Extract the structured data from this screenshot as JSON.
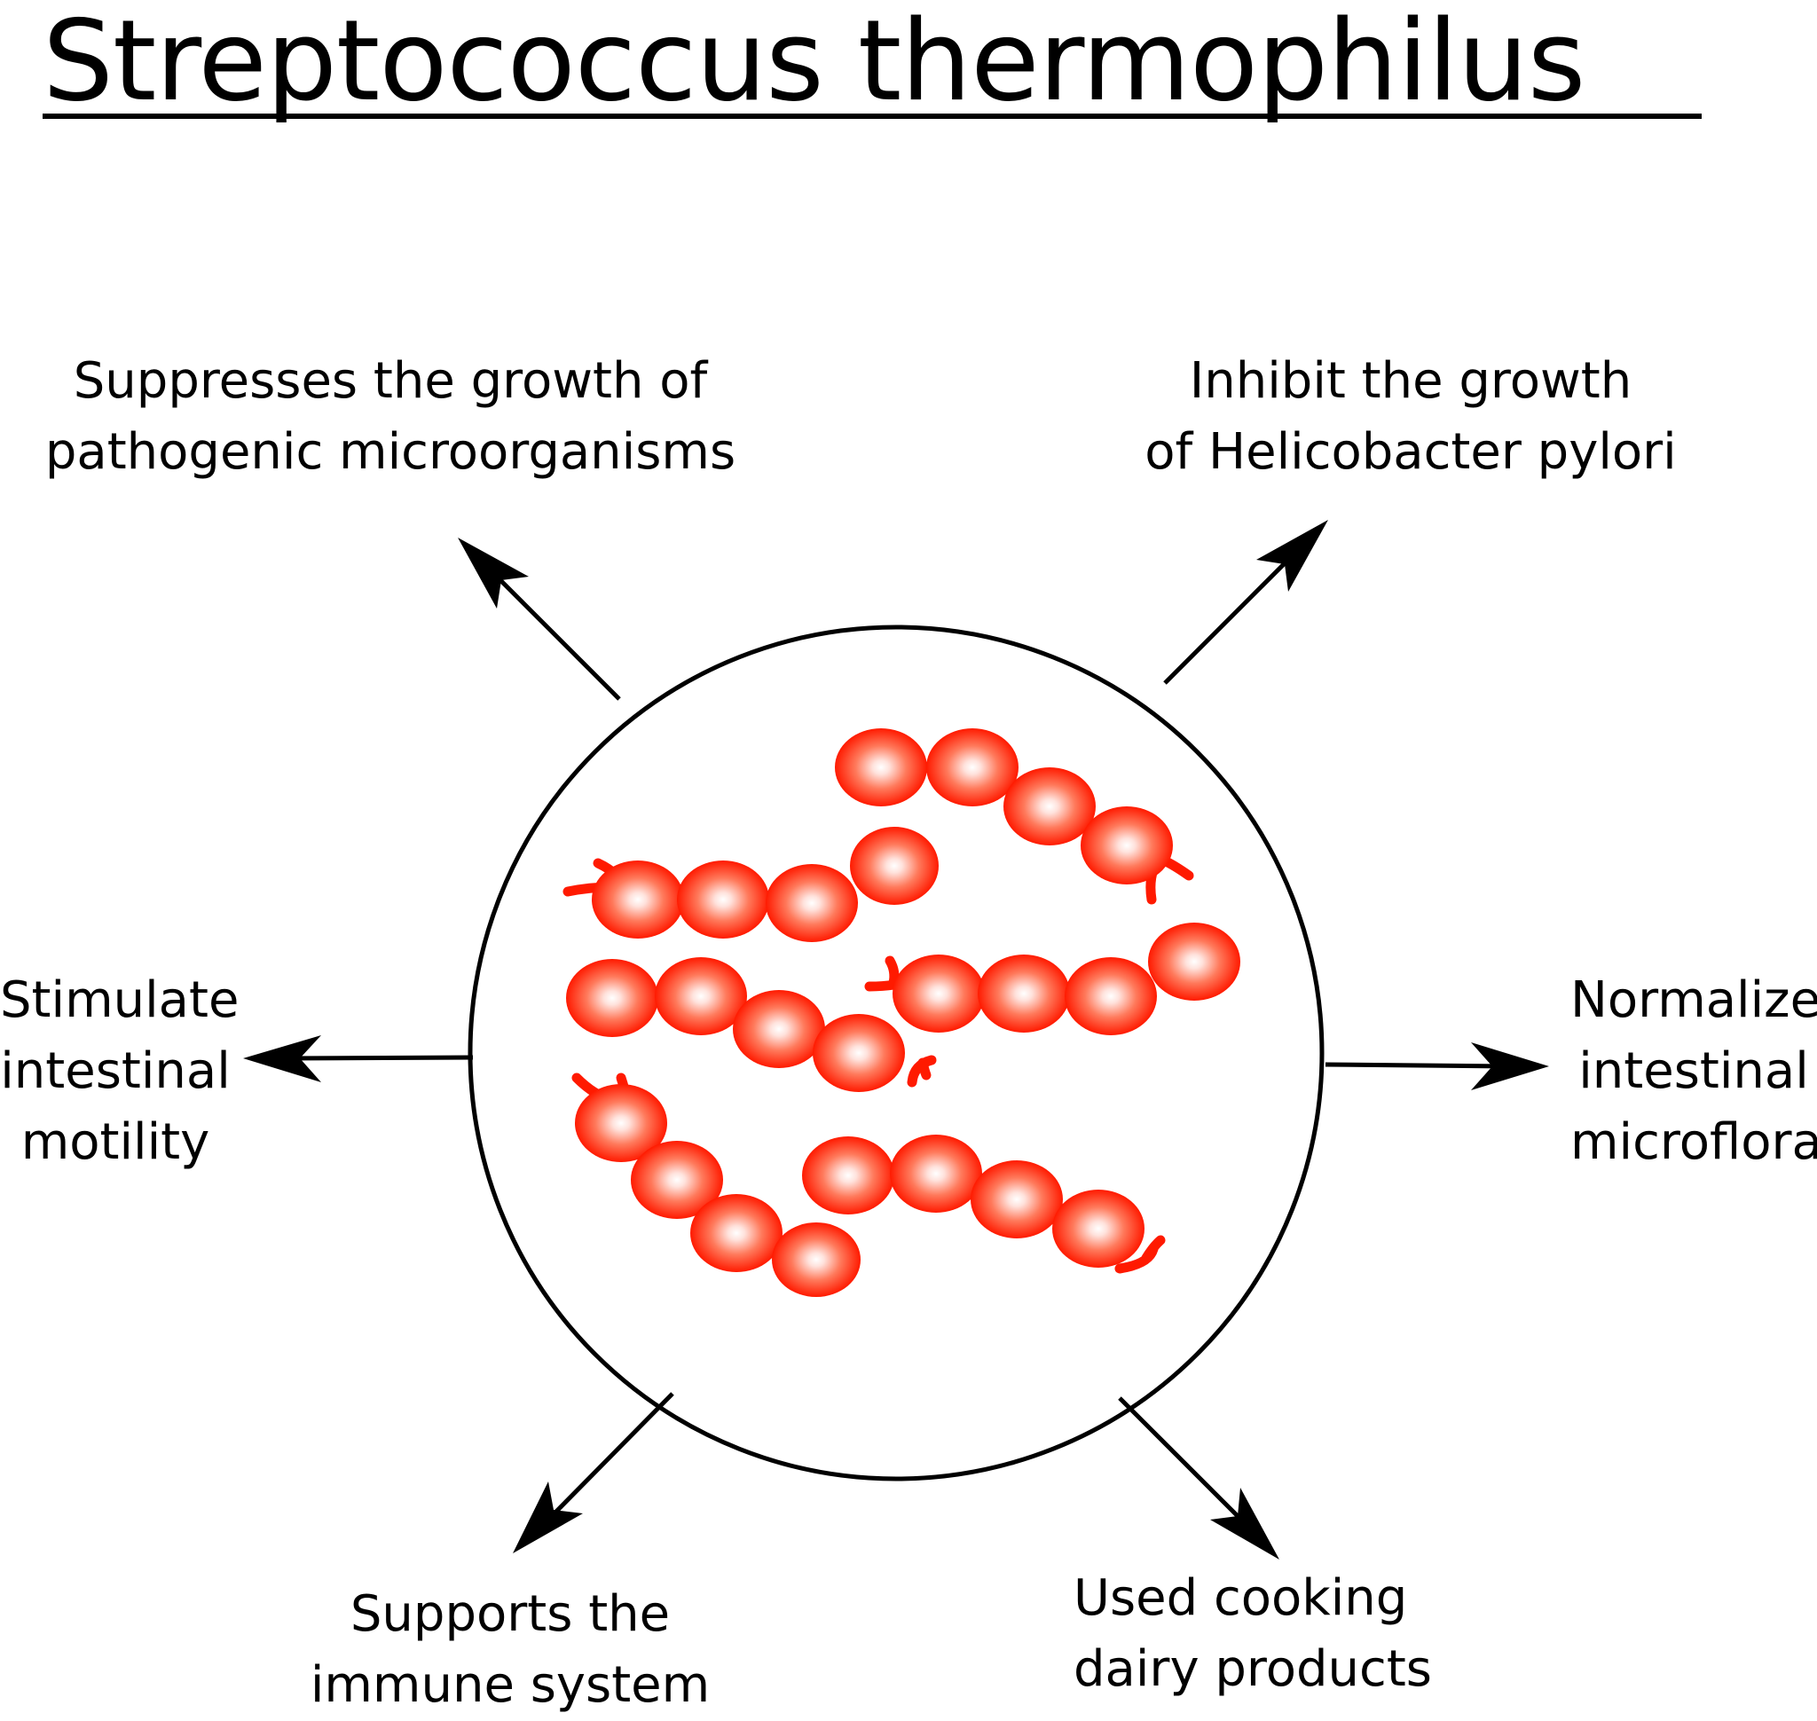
{
  "title": "Streptococcus thermophilus",
  "effects": {
    "top_left": "Suppresses the growth of\npathogenic microorganisms",
    "top_right": "Inhibit the growth\nof Helicobacter pylori",
    "left": "Stimulate\nintestinal\nmotility",
    "right": "Normalize\nintestinal\nmicroflora",
    "bottom_left": "Supports the\nimmune system",
    "bottom_right": "Used cooking\ndairy products"
  },
  "colors": {
    "bacteria_outer": "#ff1a00",
    "bacteria_inner": "#ffffff",
    "outline": "#000000"
  },
  "icons": [
    "bacteria-chain-icon",
    "arrow-icon"
  ]
}
